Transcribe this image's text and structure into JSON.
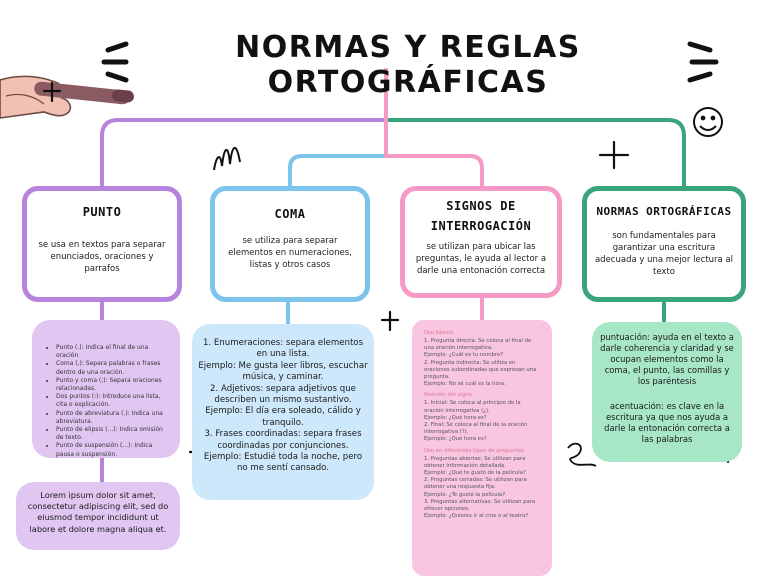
{
  "title": "NORMAS Y REGLAS ORTOGRÁFICAS",
  "colors": {
    "purple": "#b784dd",
    "blue": "#7cc4ec",
    "pink": "#f59ac4",
    "green": "#3aa57a",
    "purple_fill": "#e2c6f2",
    "blue_fill": "#cde8fb",
    "pink_fill": "#f8c6e0",
    "green_fill": "#a8e6c8"
  },
  "cards": {
    "punto": {
      "title": "PUNTO",
      "desc": "se usa en textos para separar enunciados, oraciones y parrafos"
    },
    "coma": {
      "title": "COMA",
      "desc": "se utiliza para separar elementos en numeraciones, listas y otros casos"
    },
    "signos": {
      "title_line1": "SIGNOS DE",
      "title_line2": "INTERROGACIÓN",
      "desc": "se utilizan para ubicar las preguntas, le ayuda al lector a darle una entonación correcta"
    },
    "normas": {
      "title": "NORMAS ORTOGRÁFICAS",
      "desc": "son fundamentales para garantizar una escritura adecuada y una mejor lectura al texto"
    }
  },
  "punto_list": [
    "Punto (.): Indica el final de una oración",
    "Coma (,): Separa palabras o frases dentro de una oración.",
    "Punto y coma (;): Separa oraciones relacionadas.",
    "Dos puntos (:): Introduce una lista, cita o explicación.",
    "Punto de abreviatura (.): Indica una abreviatura.",
    "Punto de elipsis (...): Indica omisión de texto.",
    "Punto de suspensión (...): Indica pausa o suspensión."
  ],
  "lorem": "Lorem ipsum dolor sit amet, consectetur adipiscing elit, sed do eiusmod tempor incididunt ut labore et dolore magna aliqua et.",
  "coma_detail": [
    "1. Enumeraciones: separa elementos en una lista.",
    "Ejemplo: Me gusta leer libros, escuchar música, y caminar.",
    "2. Adjetivos: separa adjetivos que describen un mismo sustantivo.",
    "Ejemplo: El día era soleado, cálido y tranquilo.",
    "3. Frases coordinadas: separa frases coordinadas por conjunciones.",
    "Ejemplo: Estudié toda la noche, pero no me sentí cansado."
  ],
  "signos_detail": {
    "head1": "Uso básico",
    "sec1": [
      "1. Pregunta directa: Se coloca al final de una oración interrogativa.",
      "Ejemplo: ¿Cuál es tu nombre?",
      "2. Pregunta indirecta: Se utiliza en oraciones subordinadas que expresan una pregunta.",
      "Ejemplo: No sé cuál es la hora."
    ],
    "head2": "Posición del signo",
    "sec2": [
      "1. Inicial: Se coloca al principio de la oración interrogativa (¿).",
      "Ejemplo: ¿Qué hora es?",
      "2. Final: Se coloca al final de la oración interrogativa (?).",
      "Ejemplo: ¿Qué hora es?"
    ],
    "head3": "Uso en diferentes tipos de preguntas",
    "sec3": [
      "1. Preguntas abiertas: Se utilizan para obtener información detallada.",
      "Ejemplo: ¿Qué te gustó de la película?",
      "2. Preguntas cerradas: Se utilizan para obtener una respuesta fija.",
      "Ejemplo: ¿Te gustó la película?",
      "3. Preguntas alternativas: Se utilizan para ofrecer opciones.",
      "Ejemplo: ¿Quieres ir al cine o al teatro?"
    ]
  },
  "normas_detail": {
    "p1": "puntuación: ayuda en el texto a darle coherencia y claridad y se ocupan elementos como la coma, el punto, las comillas y los paréntesis",
    "p2": "acentuación: es clave en la escritura ya que nos ayuda a darle la entonación correcta a las palabras"
  },
  "icons": [
    "hand-holding-marker-icon",
    "smiley-face-icon",
    "cross-doodle-icon",
    "scribble-doodle-icon",
    "swirl-doodle-icon",
    "title-dash-icon"
  ]
}
